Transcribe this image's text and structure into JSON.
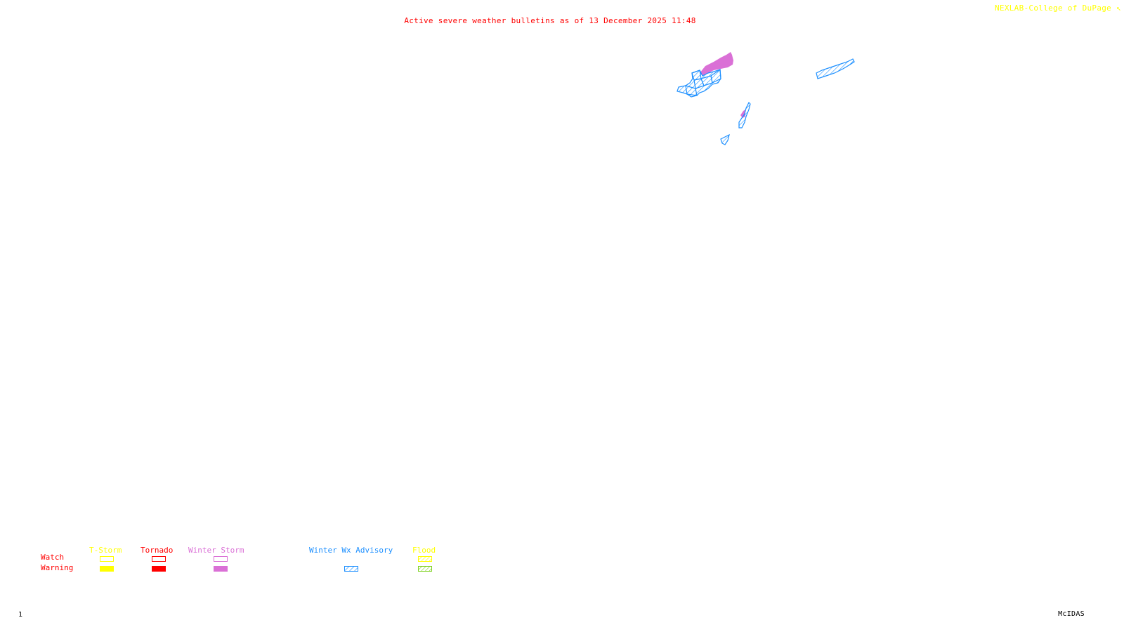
{
  "title": "Active severe weather bulletins as of 13 December 2025 11:48",
  "credit": "NEXLAB-College of DuPage",
  "credit_icon": "nexlab-logo-icon",
  "frame_number": "1",
  "software": "McIDAS",
  "colors": {
    "title": "#ff0000",
    "credit": "#ffff00",
    "tstorm": "#ffff00",
    "tornado": "#ff0000",
    "winter_storm": "#da70d6",
    "winter_wx_advisory": "#1e90ff",
    "flood_watch": "#ffff00",
    "flood_warning": "#7fd11f"
  },
  "legend": {
    "row_labels": {
      "watch": "Watch",
      "warning": "Warning"
    },
    "categories": [
      {
        "key": "tstorm",
        "label": "T-Storm",
        "watch": "outline",
        "warning": "solid"
      },
      {
        "key": "tornado",
        "label": "Tornado",
        "watch": "outline",
        "warning": "solid"
      },
      {
        "key": "winter_storm",
        "label": "Winter Storm",
        "watch": "outline",
        "warning": "solid"
      },
      {
        "key": "winter_wx_advisory",
        "label": "Winter Wx Advisory",
        "watch": null,
        "warning": "hatched"
      },
      {
        "key": "flood",
        "label": "Flood",
        "watch": "hatched",
        "warning": "hatched"
      }
    ]
  },
  "map_regions": [
    {
      "name": "winter-storm-warning-region-north",
      "type": "winter_storm",
      "style": "solid"
    },
    {
      "name": "winter-wx-advisory-region-north",
      "type": "winter_wx_advisory",
      "style": "hatched"
    },
    {
      "name": "winter-wx-advisory-region-northeast",
      "type": "winter_wx_advisory",
      "style": "hatched"
    },
    {
      "name": "winter-storm-warning-region-central",
      "type": "winter_storm",
      "style": "solid"
    },
    {
      "name": "winter-wx-advisory-region-central",
      "type": "winter_wx_advisory",
      "style": "hatched"
    },
    {
      "name": "winter-wx-advisory-region-south",
      "type": "winter_wx_advisory",
      "style": "hatched"
    }
  ]
}
